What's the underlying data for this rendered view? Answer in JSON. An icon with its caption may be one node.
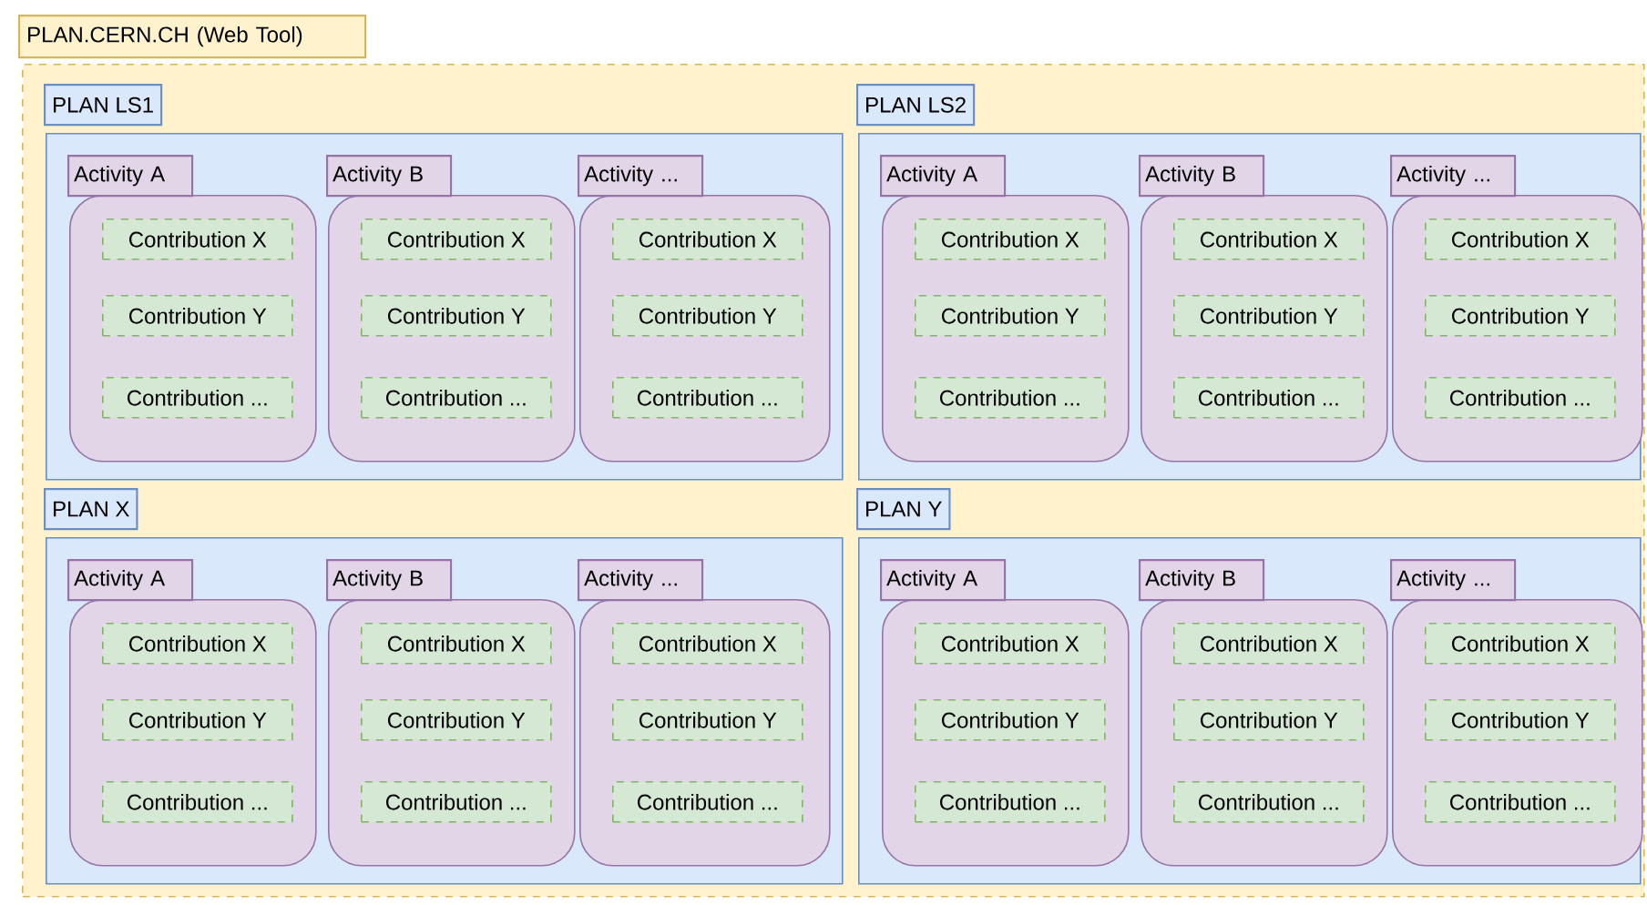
{
  "diagram": {
    "nodes": [
      {
        "text": [
          "PLAN.CERN.CH (Web Tool)"
        ]
      },
      {
        "text": [
          "PLAN LS1"
        ],
        "in": 0
      },
      {
        "text": [
          "Activity A"
        ],
        "in": 1
      },
      {
        "text": [
          "Contribution X"
        ],
        "in": 2
      },
      {
        "text": [
          "Contribution Y"
        ],
        "in": 2
      },
      {
        "text": [
          "Contribution ..."
        ],
        "in": 2
      },
      {
        "text": [
          "Activity B"
        ],
        "in": 1
      },
      {
        "text": [
          "Contribution X"
        ],
        "in": 6
      },
      {
        "text": [
          "Contribution Y"
        ],
        "in": 6
      },
      {
        "text": [
          "Contribution ..."
        ],
        "in": 6
      },
      {
        "text": [
          "Activity ..."
        ],
        "in": 1
      },
      {
        "text": [
          "Contribution X"
        ],
        "in": 10
      },
      {
        "text": [
          "Contribution Y"
        ],
        "in": 10
      },
      {
        "text": [
          "Contribution ..."
        ],
        "in": 10
      },
      {
        "text": [
          "PLAN LS2"
        ],
        "in": 0
      },
      {
        "text": [
          "Activity A"
        ],
        "in": 14
      },
      {
        "text": [
          "Contribution X"
        ],
        "in": 15
      },
      {
        "text": [
          "Contribution Y"
        ],
        "in": 15
      },
      {
        "text": [
          "Contribution ..."
        ],
        "in": 15
      },
      {
        "text": [
          "Activity B"
        ],
        "in": 14
      },
      {
        "text": [
          "Contribution X"
        ],
        "in": 19
      },
      {
        "text": [
          "Contribution Y"
        ],
        "in": 19
      },
      {
        "text": [
          "Contribution ..."
        ],
        "in": 19
      },
      {
        "text": [
          "Activity ..."
        ],
        "in": 14
      },
      {
        "text": [
          "Contribution X"
        ],
        "in": 23
      },
      {
        "text": [
          "Contribution Y"
        ],
        "in": 23
      },
      {
        "text": [
          "Contribution ..."
        ],
        "in": 23
      },
      {
        "text": [
          "PLAN X"
        ],
        "in": 0
      },
      {
        "text": [
          "Activity A"
        ],
        "in": 27
      },
      {
        "text": [
          "Contribution X"
        ],
        "in": 28
      },
      {
        "text": [
          "Contribution Y"
        ],
        "in": 28
      },
      {
        "text": [
          "Contribution ..."
        ],
        "in": 28
      },
      {
        "text": [
          "Activity B"
        ],
        "in": 27
      },
      {
        "text": [
          "Contribution X"
        ],
        "in": 32
      },
      {
        "text": [
          "Contribution Y"
        ],
        "in": 32
      },
      {
        "text": [
          "Contribution ..."
        ],
        "in": 32
      },
      {
        "text": [
          "Activity ..."
        ],
        "in": 27
      },
      {
        "text": [
          "Contribution X"
        ],
        "in": 36
      },
      {
        "text": [
          "Contribution Y"
        ],
        "in": 36
      },
      {
        "text": [
          "Contribution ..."
        ],
        "in": 36
      },
      {
        "text": [
          "PLAN Y"
        ],
        "in": 0
      },
      {
        "text": [
          "Activity A"
        ],
        "in": 40
      },
      {
        "text": [
          "Contribution X"
        ],
        "in": 41
      },
      {
        "text": [
          "Contribution Y"
        ],
        "in": 41
      },
      {
        "text": [
          "Contribution ..."
        ],
        "in": 41
      },
      {
        "text": [
          "Activity B"
        ],
        "in": 40
      },
      {
        "text": [
          "Contribution X"
        ],
        "in": 45
      },
      {
        "text": [
          "Contribution Y"
        ],
        "in": 45
      },
      {
        "text": [
          "Contribution ..."
        ],
        "in": 45
      },
      {
        "text": [
          "Activity ..."
        ],
        "in": 40
      },
      {
        "text": [
          "Contribution X"
        ],
        "in": 49
      },
      {
        "text": [
          "Contribution Y"
        ],
        "in": 49
      },
      {
        "text": [
          "Contribution ..."
        ],
        "in": 49
      }
    ]
  }
}
